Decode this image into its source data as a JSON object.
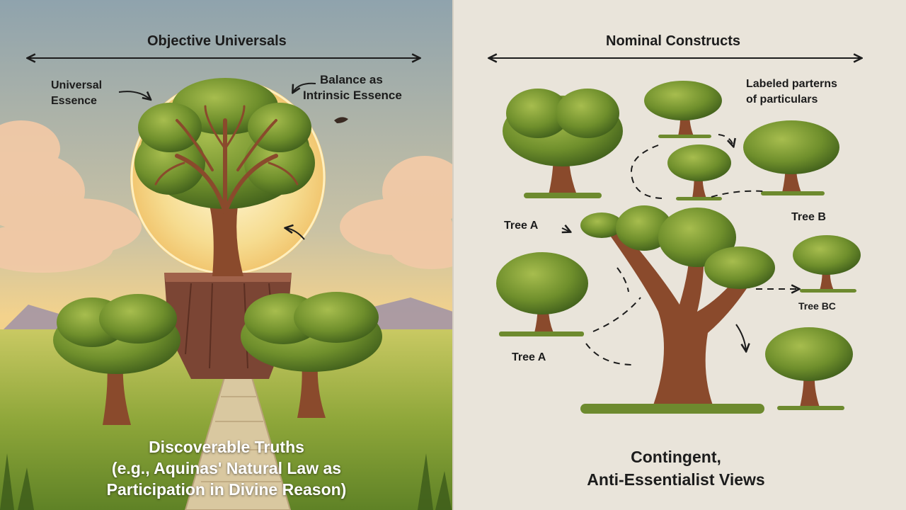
{
  "left_panel": {
    "title": "Objective Universals",
    "label_universal_essence": [
      "Universal",
      "Essence"
    ],
    "label_balance": [
      "Balance as",
      "Intrinsic Essence"
    ],
    "caption": [
      "Discoverable Truths",
      "(e.g., Aquinas' Natural Law as",
      "Participation in Divine Reason)"
    ]
  },
  "right_panel": {
    "title": "Nominal Constructs",
    "label_patterns": [
      "Labeled parterns",
      "of particulars"
    ],
    "label_tree_a_top": "Tree A",
    "label_tree_b": "Tree B",
    "label_tree_bc": "Tree BC",
    "label_tree_a_bottom": "Tree A",
    "caption": [
      "Contingent,",
      "Anti-Essentialist Views"
    ]
  },
  "colors": {
    "left_sky_top": "#8fa3ad",
    "left_sky_glow": "#f3d28c",
    "right_background": "#e9e4da",
    "foliage": "#6f8f2c",
    "trunk": "#8a4a2c",
    "text_dark": "#1c1c1c"
  }
}
